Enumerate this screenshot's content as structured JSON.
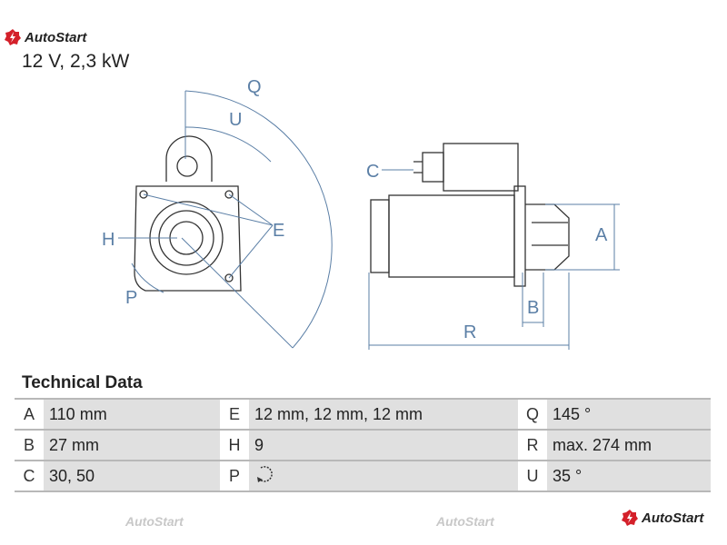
{
  "brand": "AutoStart",
  "subtitle": "12 V, 2,3 kW",
  "diagram_labels": {
    "Q": "Q",
    "U": "U",
    "E": "E",
    "H": "H",
    "P": "P",
    "C": "C",
    "A": "A",
    "B": "B",
    "R": "R"
  },
  "technical_data": {
    "title": "Technical Data",
    "rows": [
      [
        {
          "k": "A",
          "v": "110 mm"
        },
        {
          "k": "E",
          "v": "12 mm, 12 mm, 12 mm"
        },
        {
          "k": "Q",
          "v": "145 °"
        }
      ],
      [
        {
          "k": "B",
          "v": "27 mm"
        },
        {
          "k": "H",
          "v": "9"
        },
        {
          "k": "R",
          "v": "max. 274 mm"
        }
      ],
      [
        {
          "k": "C",
          "v": "30, 50"
        },
        {
          "k": "P",
          "v": "rotation-ccw-icon"
        },
        {
          "k": "U",
          "v": "35 °"
        }
      ]
    ]
  },
  "colors": {
    "accent": "#d4202a",
    "diagram_blue": "#5b7fa6"
  }
}
